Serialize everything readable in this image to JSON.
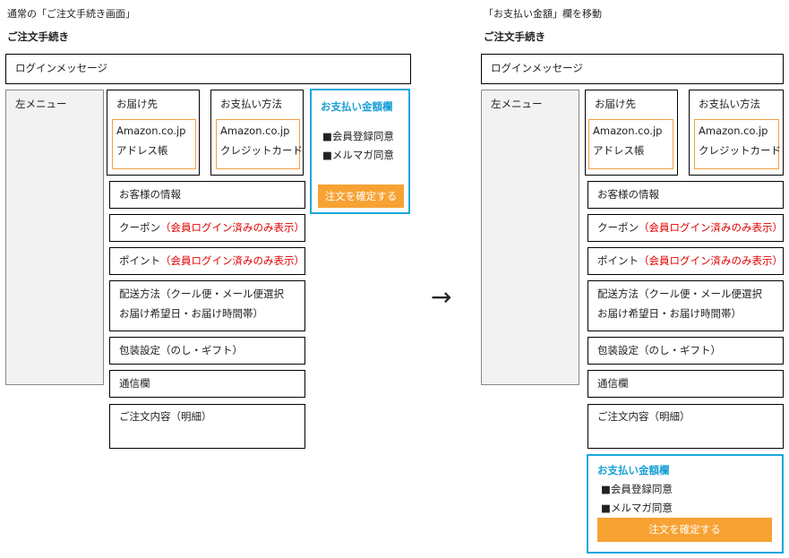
{
  "titles": {
    "left": "通常の「ご注文手続き画面」",
    "right": "「お支払い金額」欄を移動"
  },
  "section_heading": "ご注文手続き",
  "login_message": "ログインメッセージ",
  "left_menu": "左メニュー",
  "delivery": {
    "label": "お届け先",
    "line1": "Amazon.co.jp",
    "line2": "アドレス帳"
  },
  "payment_method": {
    "label": "お支払い方法",
    "line1": "Amazon.co.jp",
    "line2": "クレジットカード"
  },
  "customer_info": "お客様の情報",
  "coupon": {
    "label": "クーポン",
    "note": "（会員ログイン済みのみ表示）"
  },
  "point": {
    "label": "ポイント",
    "note": "（会員ログイン済みのみ表示）"
  },
  "shipping": {
    "line1": "配送方法（クール便・メール便選択",
    "line2": "お届け希望日・お届け時間帯）"
  },
  "wrapping": "包装設定（のし・ギフト）",
  "message": "通信欄",
  "order_detail": "ご注文内容（明細）",
  "payment_amount": {
    "title": "お支払い金額欄",
    "item1": "■会員登録同意",
    "item2": "■メルマガ同意",
    "button": "注文を確定する"
  },
  "arrow": "→",
  "colors": {
    "accent_blue": "#1aa7de",
    "button_orange": "#f7a233",
    "note_red": "#e00000",
    "inner_orange": "#f0a040"
  }
}
